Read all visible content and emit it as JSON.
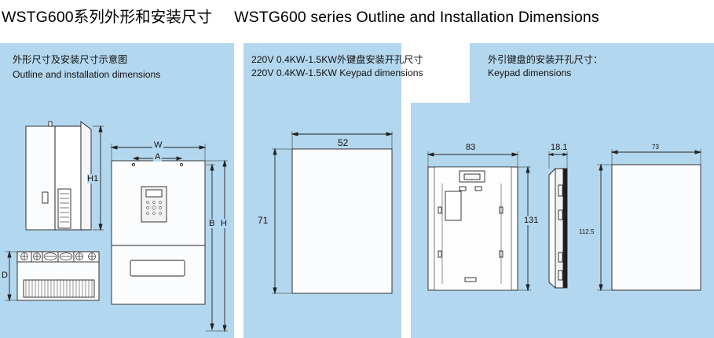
{
  "title": {
    "cn": "WSTG600系列外形和安装尺寸",
    "en": "WSTG600 series Outline and Installation Dimensions"
  },
  "panel1": {
    "heading_cn": "外形尺寸及安装尺寸示意图",
    "heading_en": "Outline and installation dimensions",
    "labels": {
      "w": "W",
      "a": "A",
      "h1": "H1",
      "b": "B",
      "h": "H",
      "d": "D"
    }
  },
  "panel2": {
    "heading_cn": "220V 0.4KW-1.5KW外键盘安装开孔尺寸",
    "heading_en": "220V 0.4KW-1.5KW Keypad dimensions",
    "width": "52",
    "height": "71"
  },
  "panel3": {
    "heading_cn": "外引键盘的安装开孔尺寸：",
    "heading_en": "Keypad dimensions",
    "front_width": "83",
    "front_height": "131",
    "side_depth": "18.1",
    "cutout_width": "73",
    "cutout_height": "112.5"
  },
  "colors": {
    "panel": "#b3d7ee",
    "line": "#222222"
  }
}
